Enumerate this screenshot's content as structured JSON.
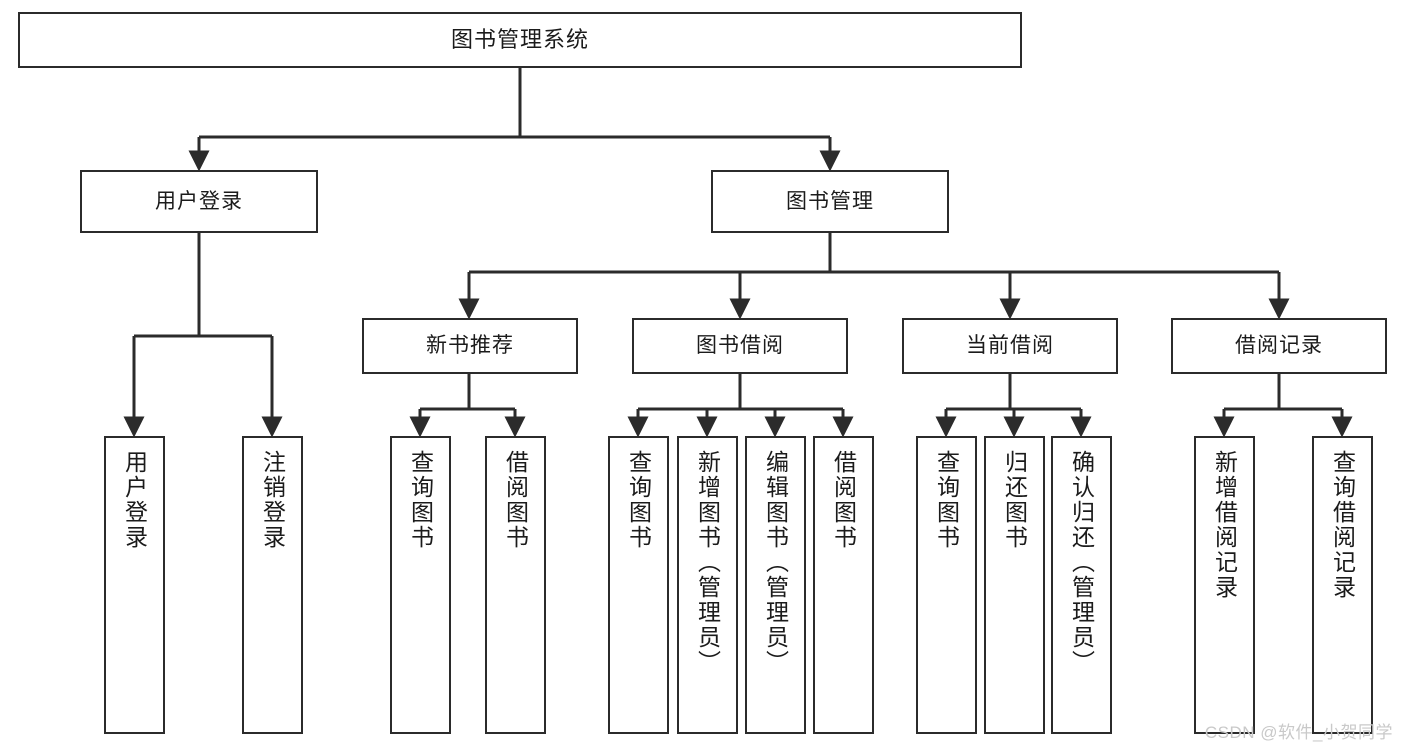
{
  "diagram": {
    "title": "图书管理系统",
    "type": "tree",
    "watermark": "CSDN @软件_小贺同学",
    "colors": {
      "stroke": "#2b2b2b",
      "fill": "#ffffff",
      "text": "#1b1b1b",
      "watermark": "#c9c9c9"
    },
    "root": {
      "label": "图书管理系统"
    },
    "level2": [
      {
        "label": "用户登录"
      },
      {
        "label": "图书管理"
      }
    ],
    "level3": [
      {
        "label": "新书推荐"
      },
      {
        "label": "图书借阅"
      },
      {
        "label": "当前借阅"
      },
      {
        "label": "借阅记录"
      }
    ],
    "leaves": {
      "user_login": [
        {
          "label": "用户登录"
        },
        {
          "label": "注销登录"
        }
      ],
      "new_book_recommend": [
        {
          "label": "查询图书"
        },
        {
          "label": "借阅图书"
        }
      ],
      "book_borrow": [
        {
          "label": "查询图书"
        },
        {
          "label": "新增图书（管理员）"
        },
        {
          "label": "编辑图书（管理员）"
        },
        {
          "label": "借阅图书"
        }
      ],
      "current_borrow": [
        {
          "label": "查询图书"
        },
        {
          "label": "归还图书"
        },
        {
          "label": "确认归还（管理员）"
        }
      ],
      "borrow_record": [
        {
          "label": "新增借阅记录"
        },
        {
          "label": "查询借阅记录"
        }
      ]
    }
  }
}
